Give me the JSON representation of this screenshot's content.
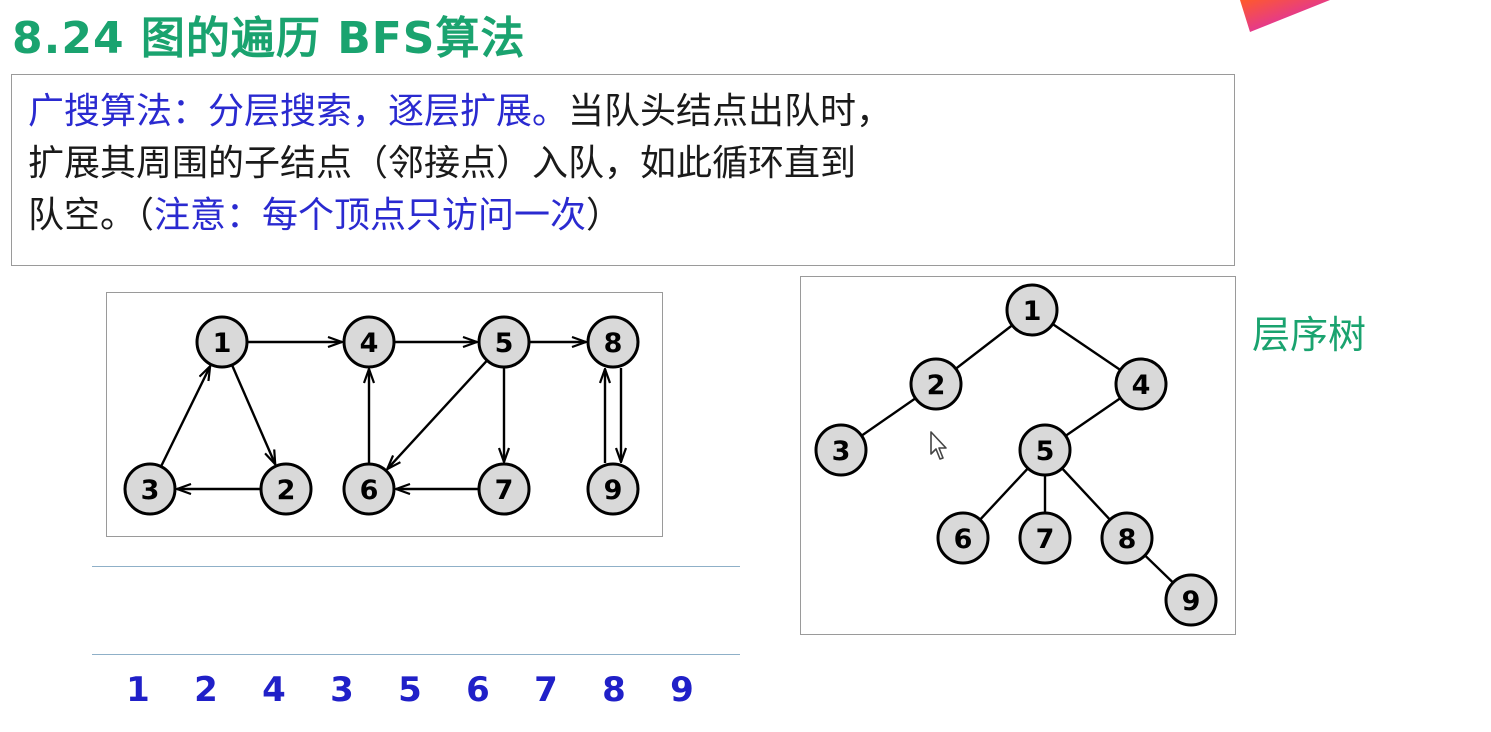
{
  "title": "8.24 图的遍历 BFS算法",
  "description": {
    "line1_blue": "广搜算法：分层搜索，逐层扩展。",
    "line1_black": "当队头结点出队时，",
    "line2": "扩展其周围的子结点（邻接点）入队，如此循环直到",
    "line3_black_start": "队空。（",
    "line3_blue": "注意：每个顶点只访问一次",
    "line3_black_end": "）"
  },
  "graph": {
    "nodes": [
      {
        "id": "1",
        "label": "1"
      },
      {
        "id": "2",
        "label": "2"
      },
      {
        "id": "3",
        "label": "3"
      },
      {
        "id": "4",
        "label": "4"
      },
      {
        "id": "5",
        "label": "5"
      },
      {
        "id": "6",
        "label": "6"
      },
      {
        "id": "7",
        "label": "7"
      },
      {
        "id": "8",
        "label": "8"
      },
      {
        "id": "9",
        "label": "9"
      }
    ],
    "edges": [
      {
        "from": "1",
        "to": "4"
      },
      {
        "from": "4",
        "to": "5"
      },
      {
        "from": "5",
        "to": "8"
      },
      {
        "from": "1",
        "to": "2"
      },
      {
        "from": "2",
        "to": "3"
      },
      {
        "from": "3",
        "to": "1"
      },
      {
        "from": "6",
        "to": "4"
      },
      {
        "from": "5",
        "to": "6"
      },
      {
        "from": "5",
        "to": "7"
      },
      {
        "from": "7",
        "to": "6"
      },
      {
        "from": "8",
        "to": "9"
      },
      {
        "from": "9",
        "to": "8"
      }
    ]
  },
  "tree": {
    "label": "层序树",
    "nodes": [
      {
        "id": "1",
        "label": "1"
      },
      {
        "id": "2",
        "label": "2"
      },
      {
        "id": "4",
        "label": "4"
      },
      {
        "id": "3",
        "label": "3"
      },
      {
        "id": "5",
        "label": "5"
      },
      {
        "id": "6",
        "label": "6"
      },
      {
        "id": "7",
        "label": "7"
      },
      {
        "id": "8",
        "label": "8"
      },
      {
        "id": "9",
        "label": "9"
      }
    ],
    "edges": [
      {
        "from": "1",
        "to": "2"
      },
      {
        "from": "1",
        "to": "4"
      },
      {
        "from": "2",
        "to": "3"
      },
      {
        "from": "4",
        "to": "5"
      },
      {
        "from": "5",
        "to": "6"
      },
      {
        "from": "5",
        "to": "7"
      },
      {
        "from": "5",
        "to": "8"
      },
      {
        "from": "8",
        "to": "9"
      }
    ]
  },
  "bfs_order": [
    "1",
    "2",
    "4",
    "3",
    "5",
    "6",
    "7",
    "8",
    "9"
  ],
  "colors": {
    "title": "#1aa36f",
    "emphasis": "#2a2ad0",
    "order": "#2020c8",
    "node_fill": "#d9d9d9"
  }
}
